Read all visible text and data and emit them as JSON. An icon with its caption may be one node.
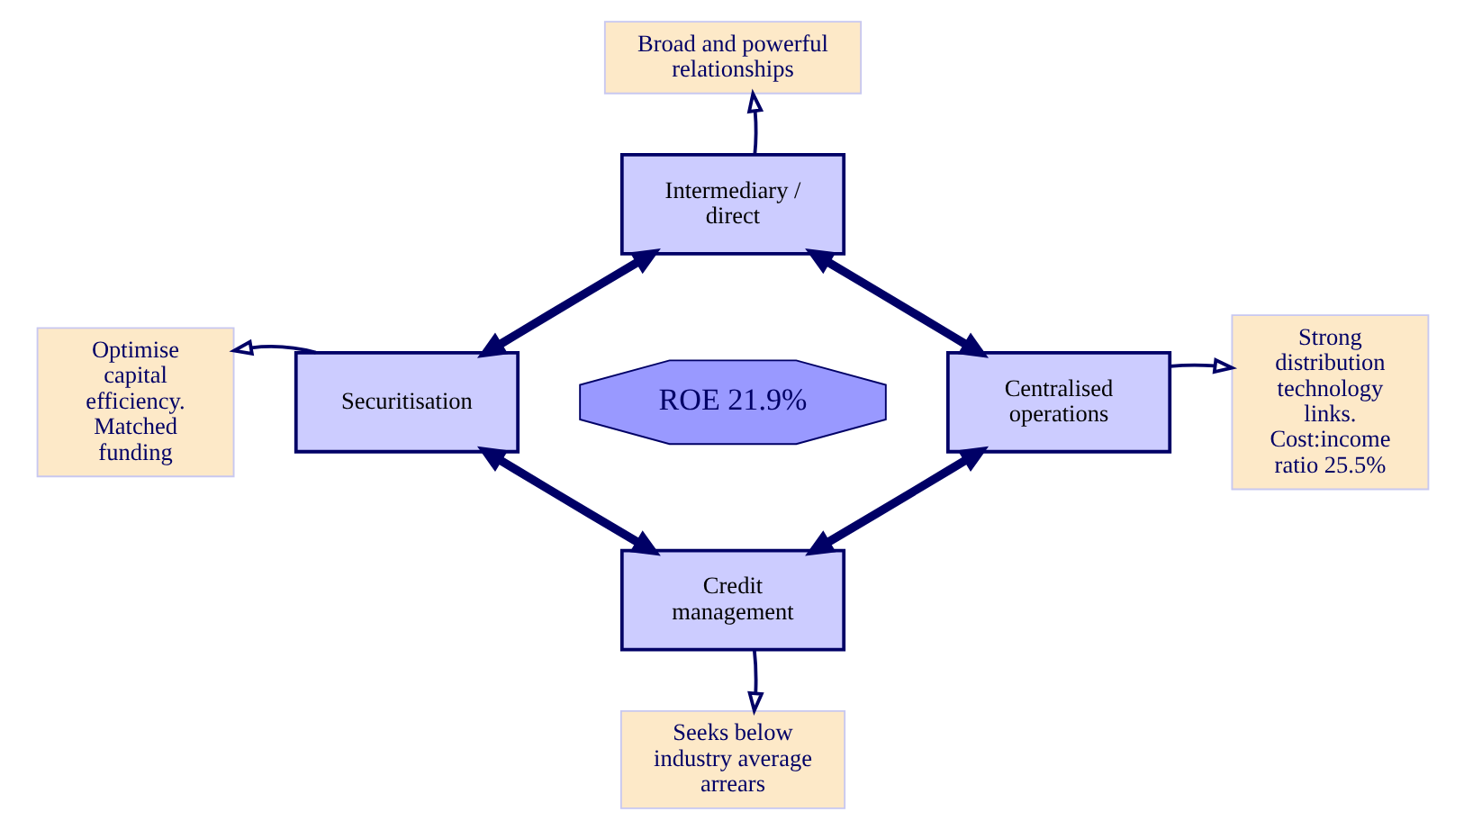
{
  "diagram": {
    "nodes": [
      {
        "text": [
          "Broad and powerful relationships"
        ]
      },
      {
        "text": [
          "Intermediary / direct"
        ]
      },
      {
        "text": [
          "Optimise capital efficiency. Matched funding"
        ]
      },
      {
        "text": [
          "Securitisation"
        ]
      },
      {
        "text": [
          "ROE 21.9%"
        ]
      },
      {
        "text": [
          "Centralised operations"
        ]
      },
      {
        "text": [
          "Strong distribution technology links. Cost:income ratio 25.5%"
        ]
      },
      {
        "text": [
          "Credit management"
        ]
      },
      {
        "text": [
          "Seeks below industry average arrears"
        ]
      }
    ],
    "edges": [
      {
        "from": 1,
        "to": 0,
        "arrow": "to"
      },
      {
        "from": 3,
        "to": 2,
        "arrow": "to"
      },
      {
        "from": 5,
        "to": 6,
        "arrow": "to"
      },
      {
        "from": 7,
        "to": 8,
        "arrow": "to"
      },
      {
        "from": 1,
        "to": 3,
        "arrow": "both",
        "style": "thick",
        "color": "#000066"
      },
      {
        "from": 1,
        "to": 5,
        "arrow": "both",
        "style": "thick",
        "color": "#000066"
      },
      {
        "from": 7,
        "to": 3,
        "arrow": "both",
        "style": "thick",
        "color": "#000066"
      },
      {
        "from": 7,
        "to": 5,
        "arrow": "both",
        "style": "thick",
        "color": "#000066"
      }
    ]
  }
}
